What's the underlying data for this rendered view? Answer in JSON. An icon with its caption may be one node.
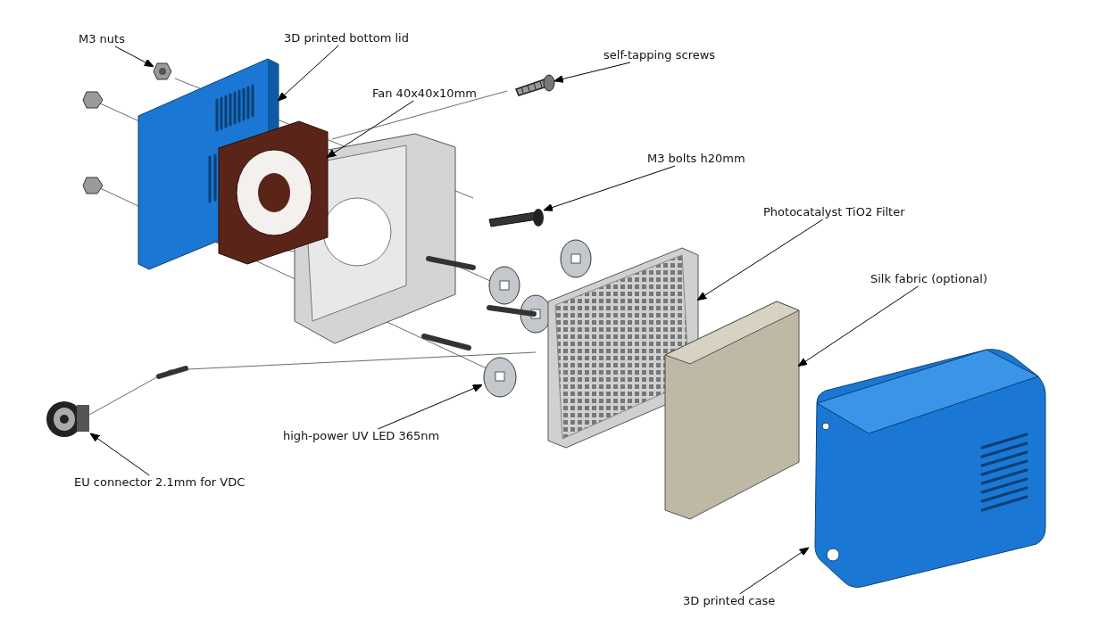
{
  "diagram": {
    "nodes": [
      {
        "text": [
          "M3 nuts"
        ]
      },
      {
        "text": [
          "3D printed bottom lid"
        ]
      },
      {
        "text": [
          "self-tapping screws"
        ]
      },
      {
        "text": [
          "Fan 40x40x10mm"
        ]
      },
      {
        "text": [
          "M3 bolts h20mm"
        ]
      },
      {
        "text": [
          "Photocatalyst TiO2 Filter"
        ]
      },
      {
        "text": [
          "Silk fabric (optional)"
        ]
      },
      {
        "text": [
          "high-power UV LED 365nm"
        ]
      },
      {
        "text": [
          "EU connector 2.1mm for VDC"
        ]
      },
      {
        "text": [
          "3D printed case"
        ]
      },
      {
        "text": [],
        "shape": "picture"
      },
      {
        "text": [],
        "shape": "picture"
      },
      {
        "text": [],
        "shape": "picture"
      },
      {
        "text": [],
        "shape": "picture"
      },
      {
        "text": [],
        "shape": "picture"
      },
      {
        "text": [],
        "shape": "picture"
      },
      {
        "text": [],
        "shape": "picture"
      },
      {
        "text": [],
        "shape": "picture"
      },
      {
        "text": [],
        "shape": "picture"
      },
      {
        "text": [],
        "shape": "picture"
      }
    ],
    "edges": [
      {
        "from": 0,
        "to": 10,
        "arrow": "to"
      },
      {
        "from": 1,
        "to": 11,
        "arrow": "to"
      },
      {
        "from": 2,
        "to": 12,
        "arrow": "to"
      },
      {
        "from": 3,
        "to": 13,
        "arrow": "to"
      },
      {
        "from": 4,
        "to": 14,
        "arrow": "to"
      },
      {
        "from": 5,
        "to": 15,
        "arrow": "to"
      },
      {
        "from": 6,
        "to": 16,
        "arrow": "to"
      },
      {
        "from": 7,
        "to": 17,
        "arrow": "to"
      },
      {
        "from": 8,
        "to": 18,
        "arrow": "to"
      },
      {
        "from": 9,
        "to": 19,
        "arrow": "to"
      }
    ]
  }
}
